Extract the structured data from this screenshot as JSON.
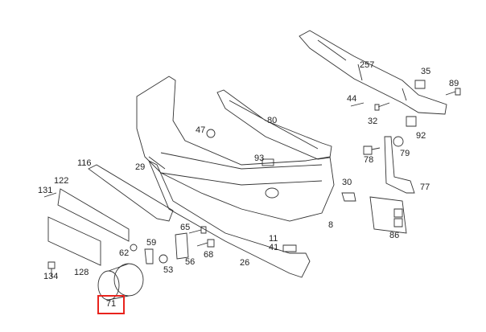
{
  "diagram": {
    "labels": {
      "p257": "257",
      "p35": "35",
      "p89": "89",
      "p44": "44",
      "p32": "32",
      "p92": "92",
      "p80": "80",
      "p47": "47",
      "p93": "93",
      "p79": "79",
      "p78": "78",
      "p77": "77",
      "p116": "116",
      "p29": "29",
      "p122": "122",
      "p131": "131",
      "p30": "30",
      "p8": "8",
      "p86": "86",
      "p59": "59",
      "p65": "65",
      "p62": "62",
      "p68": "68",
      "p56": "56",
      "p53": "53",
      "p11": "11",
      "p41": "41",
      "p26": "26",
      "p134": "134",
      "p128": "128",
      "p71": "71"
    },
    "highlight_color": "#e8231d"
  }
}
